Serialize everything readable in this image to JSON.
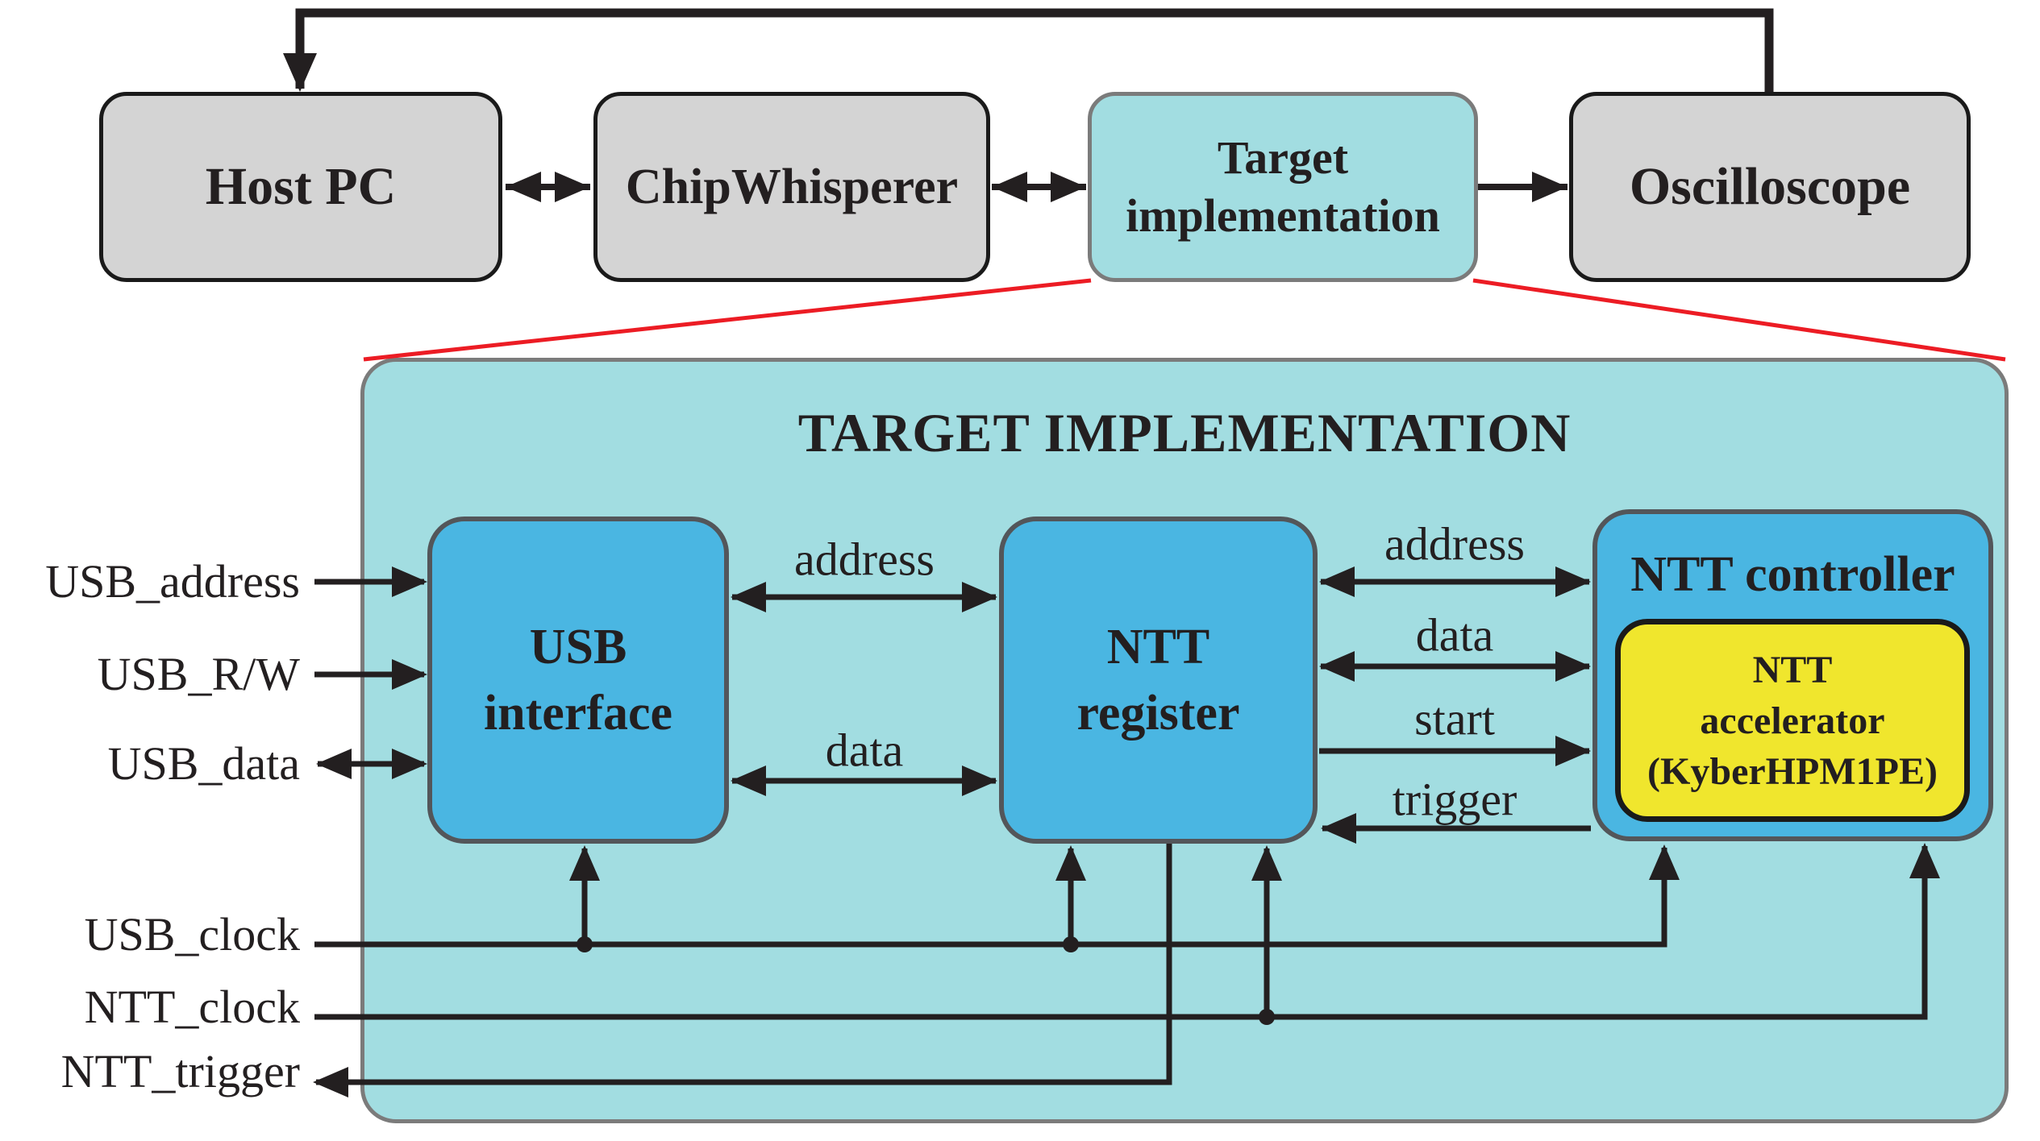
{
  "colors": {
    "line": "#231f20",
    "gray": "#d4d4d4",
    "cyan": "#a2dde1",
    "blue": "#4ab6e2",
    "yellow": "#f0e62d",
    "red": "#ec1c24",
    "border-gray": "#7b7b7b",
    "border-dark": "#53565a",
    "black": "#1a1a1a"
  },
  "top": {
    "host_pc": "Host PC",
    "chipwhisperer": "ChipWhisperer",
    "target_line1": "Target",
    "target_line2": "implementation",
    "oscilloscope": "Oscilloscope"
  },
  "block": {
    "title": "TARGET IMPLEMENTATION",
    "usb_interface_line1": "USB",
    "usb_interface_line2": "interface",
    "ntt_register_line1": "NTT",
    "ntt_register_line2": "register",
    "ntt_controller": "NTT controller",
    "acc_line1": "NTT",
    "acc_line2": "accelerator",
    "acc_line3": "(KyberHPM1PE)"
  },
  "signals": {
    "usb_address": "USB_address",
    "usb_rw": "USB_R/W",
    "usb_data": "USB_data",
    "usb_clock": "USB_clock",
    "ntt_clock": "NTT_clock",
    "ntt_trigger": "NTT_trigger"
  },
  "buses": {
    "left_address": "address",
    "left_data": "data",
    "right_address": "address",
    "right_data": "data",
    "start": "start",
    "trigger": "trigger"
  }
}
